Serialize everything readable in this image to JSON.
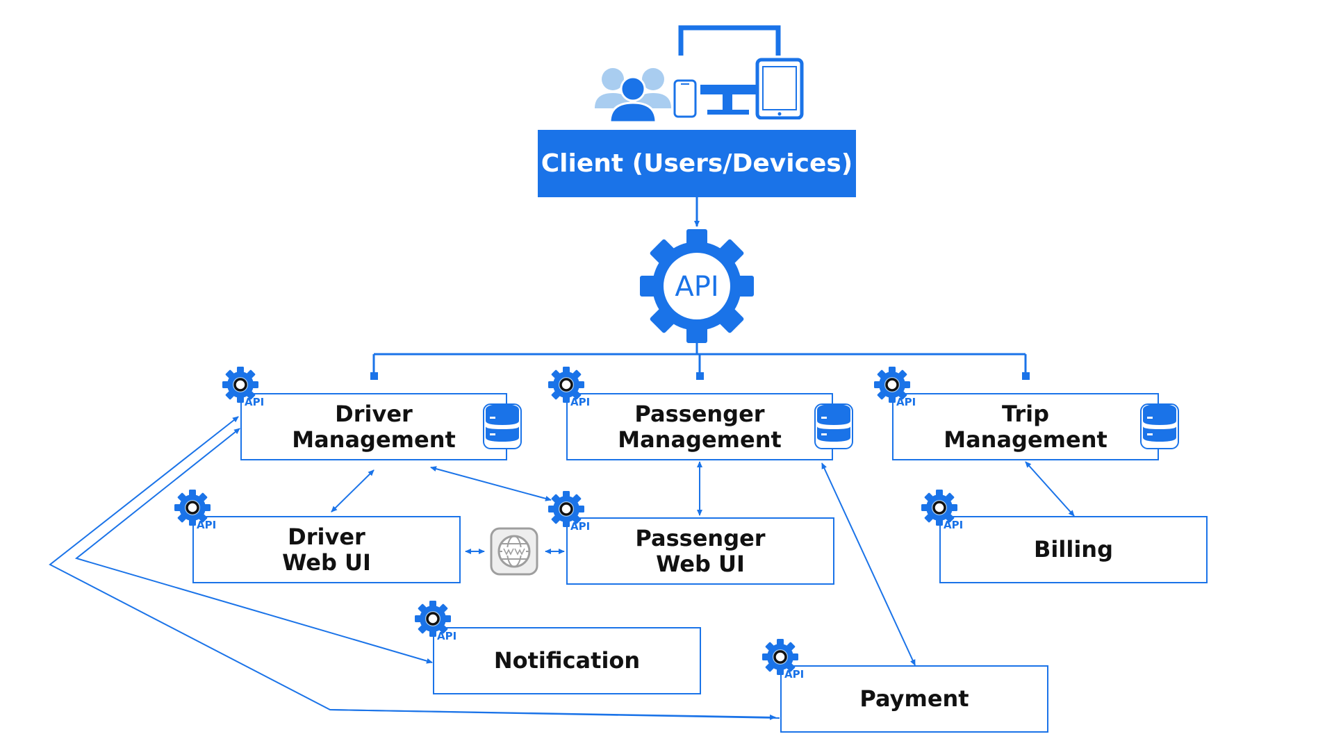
{
  "client": {
    "label": "Client (Users/Devices)"
  },
  "gateway": {
    "label": "API"
  },
  "service_badge": "API",
  "services": {
    "driver_management": "Driver\nManagement",
    "passenger_management": "Passenger\nManagement",
    "trip_management": "Trip\nManagement",
    "driver_web_ui": "Driver\nWeb UI",
    "passenger_web_ui": "Passenger\nWeb UI",
    "billing": "Billing",
    "notification": "Notification",
    "payment": "Payment"
  },
  "colors": {
    "primary": "#1a73e8",
    "light_blue": "#a9cdf0",
    "web_icon_gray": "#9e9e9e"
  },
  "icons": [
    "users-icon",
    "devices-icon",
    "api-gear-icon",
    "database-icon",
    "web-browser-icon",
    "service-gear-icon"
  ]
}
